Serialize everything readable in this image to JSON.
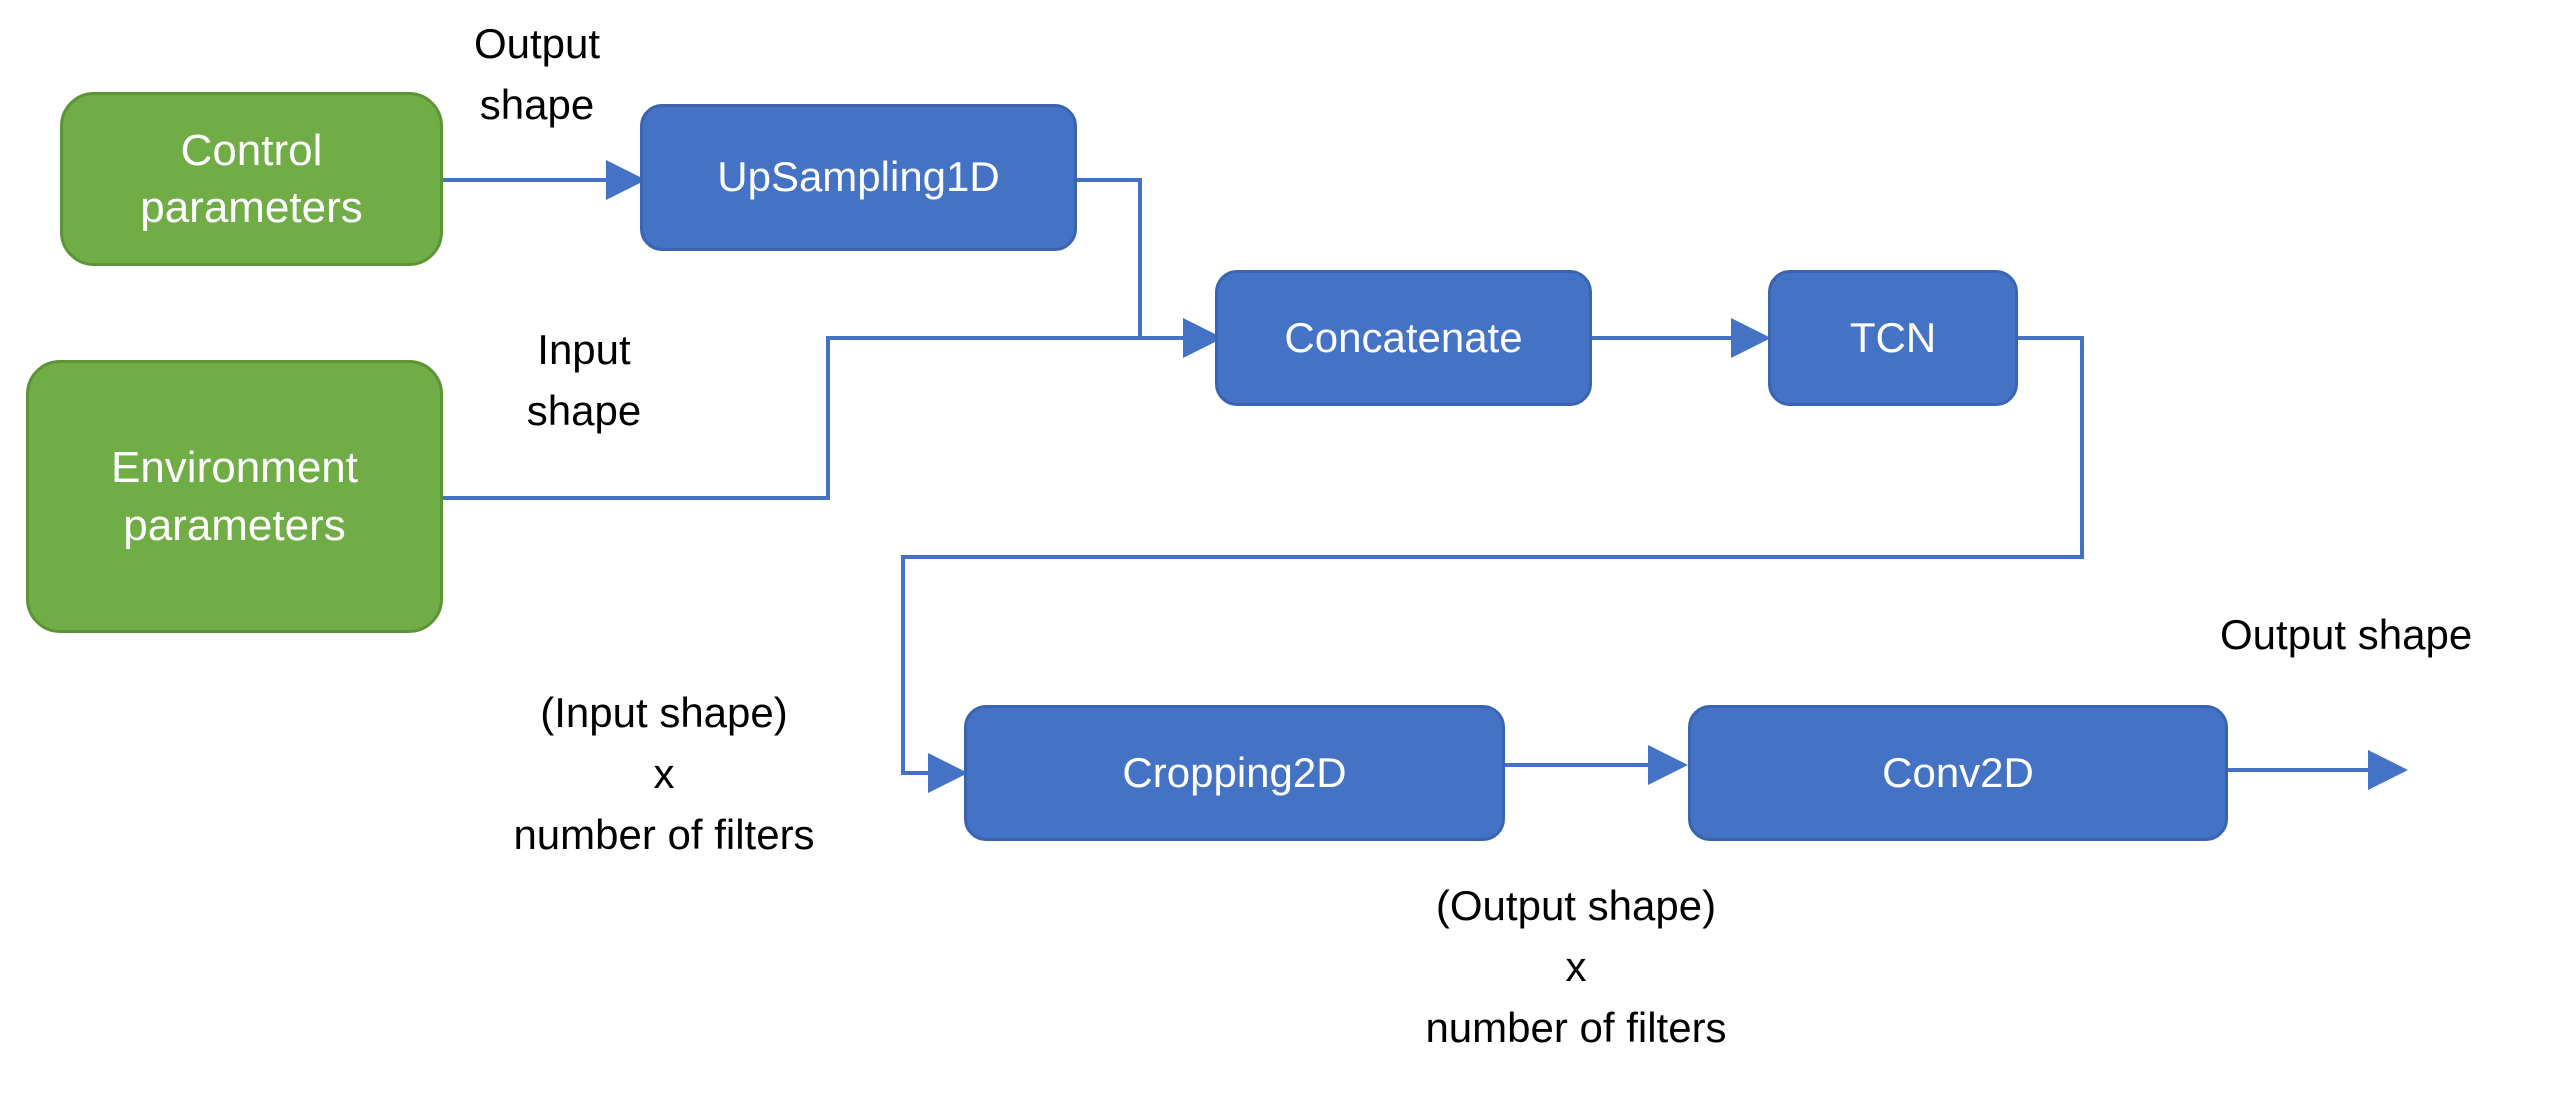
{
  "inputs": {
    "control": "Control\nparameters",
    "environment": "Environment\nparameters"
  },
  "layers": {
    "upsampling": "UpSampling1D",
    "concatenate": "Concatenate",
    "tcn": "TCN",
    "cropping": "Cropping2D",
    "conv": "Conv2D"
  },
  "labels": {
    "output_shape_top": "Output\nshape",
    "input_shape": "Input\nshape",
    "input_shape_filters": "(Input shape)\nx\nnumber of filters",
    "output_shape_filters": "(Output shape)\nx\nnumber of filters",
    "output_shape_final": "Output shape"
  },
  "colors": {
    "input_fill": "#70ad47",
    "layer_fill": "#4472c4",
    "connector": "#4472c4"
  }
}
